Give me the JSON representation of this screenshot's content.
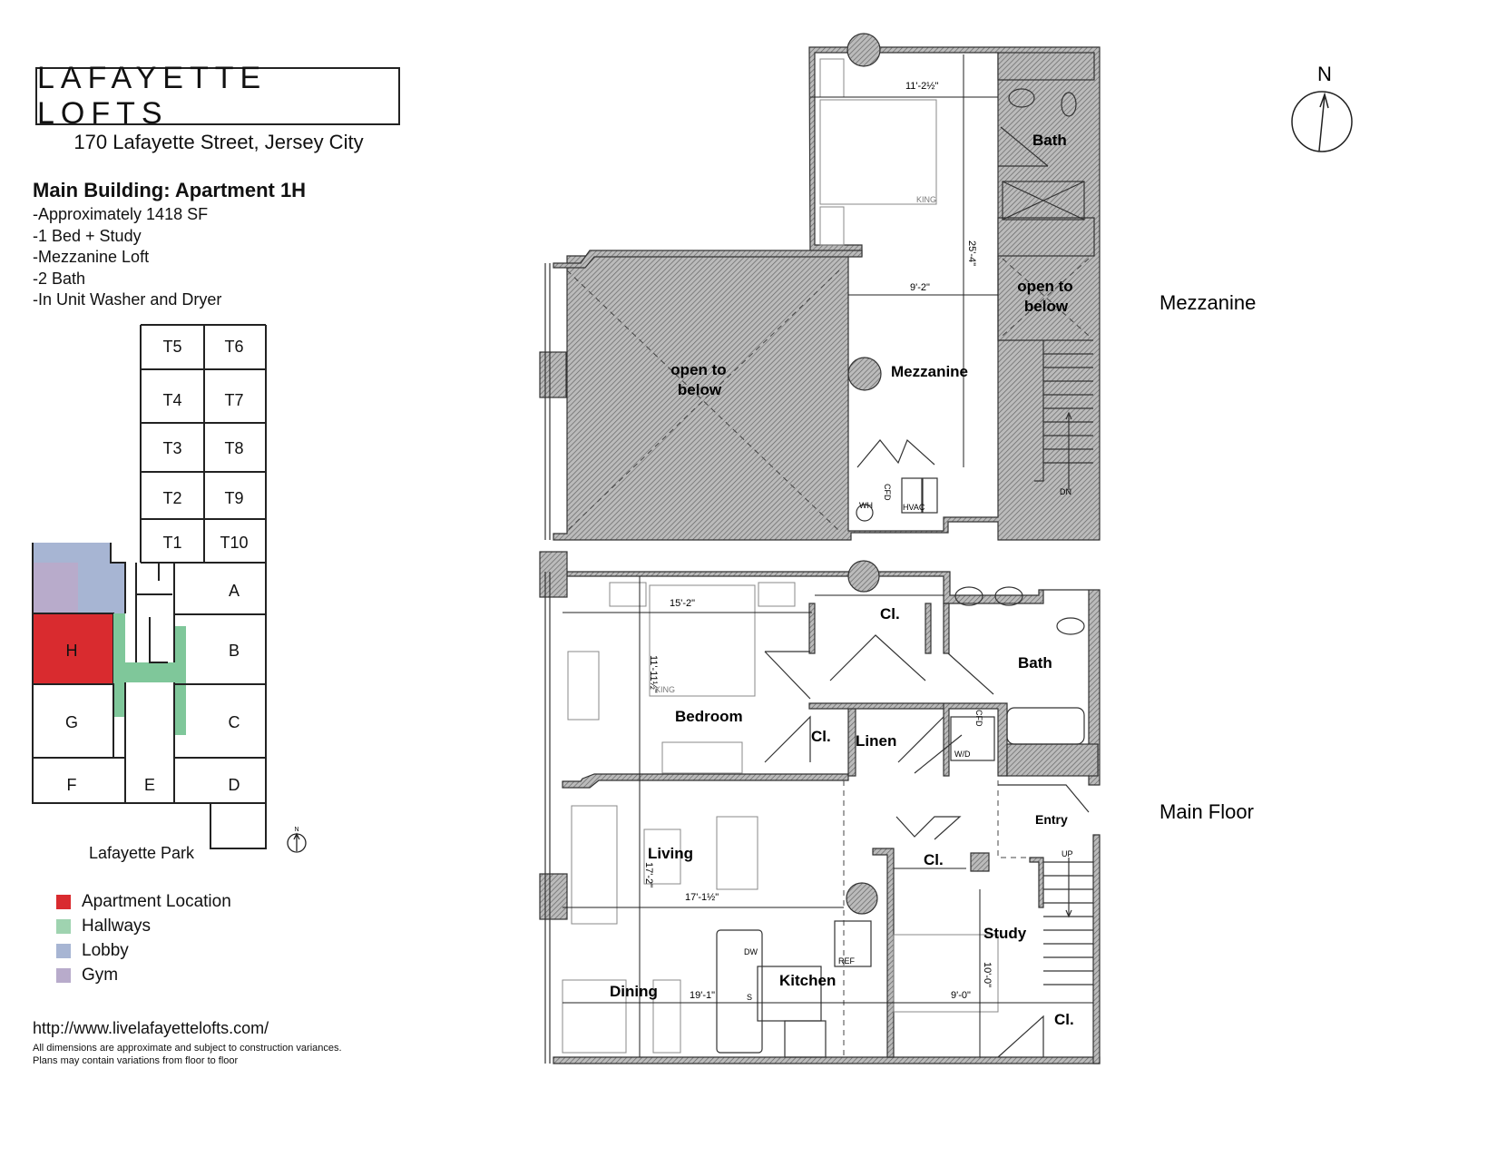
{
  "header": {
    "title": "LAFAYETTE LOFTS",
    "address": "170 Lafayette Street, Jersey City"
  },
  "apartment": {
    "heading": "Main Building: Apartment 1H",
    "features": [
      "-Approximately 1418 SF",
      "-1 Bed + Study",
      "-Mezzanine Loft",
      "-2 Bath",
      "-In Unit Washer and Dryer"
    ]
  },
  "site_map": {
    "towers": [
      "T5",
      "T6",
      "T4",
      "T7",
      "T3",
      "T8",
      "T2",
      "T9",
      "T1",
      "T10"
    ],
    "units": {
      "A": "A",
      "B": "B",
      "C": "C",
      "D": "D",
      "E": "E",
      "F": "F",
      "G": "G",
      "H": "H"
    },
    "park_label": "Lafayette Park",
    "north_label": "N"
  },
  "legend": [
    {
      "label": "Apartment Location",
      "color": "#d92b2f"
    },
    {
      "label": "Hallways",
      "color": "#9fd3b0"
    },
    {
      "label": "Lobby",
      "color": "#a7b5d3"
    },
    {
      "label": "Gym",
      "color": "#b8abcb"
    }
  ],
  "footer": {
    "url": "http://www.livelafayettelofts.com/",
    "disclaimer_1": "All dimensions are approximate and subject to construction variances.",
    "disclaimer_2": "Plans may contain variations from floor to floor"
  },
  "compass": {
    "label": "N"
  },
  "mezzanine": {
    "floor_label": "Mezzanine",
    "rooms": {
      "bath": "Bath",
      "open_left_1": "open to",
      "open_left_2": "below",
      "open_right_1": "open to",
      "open_right_2": "below",
      "mezzanine": "Mezzanine"
    },
    "dimensions": {
      "width_top": "11'-2½\"",
      "width_mid": "9'-2\"",
      "length": "25'-4\""
    },
    "fixtures": {
      "bed": "KING",
      "hvac": "HVAC",
      "wh": "WH",
      "cfd": "CFD",
      "stairs": "DN"
    }
  },
  "main_floor": {
    "floor_label": "Main Floor",
    "rooms": {
      "bedroom": "Bedroom",
      "closet_top": "Cl.",
      "bath": "Bath",
      "closet_small": "Cl.",
      "linen": "Linen",
      "entry": "Entry",
      "living": "Living",
      "closet_mid": "Cl.",
      "study": "Study",
      "dining": "Dining",
      "kitchen": "Kitchen",
      "closet_bottom": "Cl."
    },
    "dimensions": {
      "bedroom_w": "15'-2\"",
      "bedroom_l": "11'-11½\"",
      "living_w": "17'-1½\"",
      "living_l": "17'-2\"",
      "dining_w": "19'-1\"",
      "study_w": "9'-0\"",
      "study_l": "10'-0\""
    },
    "fixtures": {
      "wd": "W/D",
      "cfd": "CFD",
      "dw": "DW",
      "ref": "REF",
      "sink": "S",
      "stairs": "UP",
      "bed": "KING"
    }
  }
}
